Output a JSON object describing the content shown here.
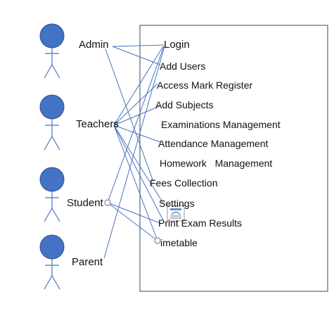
{
  "colors": {
    "actor_fill": "#4472C4",
    "actor_outline": "#2F528F",
    "line": "#4A74C0",
    "stick": "#4A74C0",
    "box_border": "#2F4A6E"
  },
  "actors": [
    {
      "id": "admin",
      "label": "Admin"
    },
    {
      "id": "teachers",
      "label": "Teachers"
    },
    {
      "id": "student",
      "label": "Student"
    },
    {
      "id": "parent",
      "label": "Parent"
    }
  ],
  "use_cases": [
    {
      "id": "login",
      "label": "Login"
    },
    {
      "id": "add_users",
      "label": "Add Users"
    },
    {
      "id": "access_mark_register",
      "label": "Access Mark Register"
    },
    {
      "id": "add_subjects",
      "label": "Add Subjects"
    },
    {
      "id": "examinations_management",
      "label": "Examinations Management"
    },
    {
      "id": "attendance_management",
      "label": "Attendance Management"
    },
    {
      "id": "homework_management",
      "label": "Homework   Management"
    },
    {
      "id": "fees_collection",
      "label": "Fees Collection"
    },
    {
      "id": "settings",
      "label": "Settings"
    },
    {
      "id": "print_exam_results",
      "label": "Print Exam Results"
    },
    {
      "id": "timetable",
      "label": "imetable"
    }
  ]
}
